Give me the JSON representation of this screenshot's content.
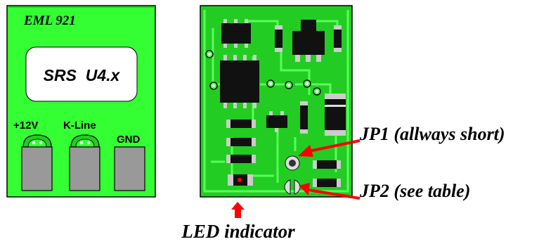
{
  "left_module": {
    "model_label": "EML 921",
    "product_label": "SRS  U4.x",
    "pins": [
      {
        "label": "+12V"
      },
      {
        "label": "K-Line"
      },
      {
        "label": "GND"
      }
    ]
  },
  "annotations": {
    "jp1": "JP1 (allways short)",
    "jp2": "JP2 (see table)",
    "led": "LED indicator"
  },
  "colors": {
    "module_green": "#33ff33",
    "pcb_green": "#22cc22",
    "trace_green": "#55ff55",
    "component_black": "#111111",
    "pad_gray": "#999999",
    "arrow_red": "#ff0000",
    "outline": "#000000"
  }
}
